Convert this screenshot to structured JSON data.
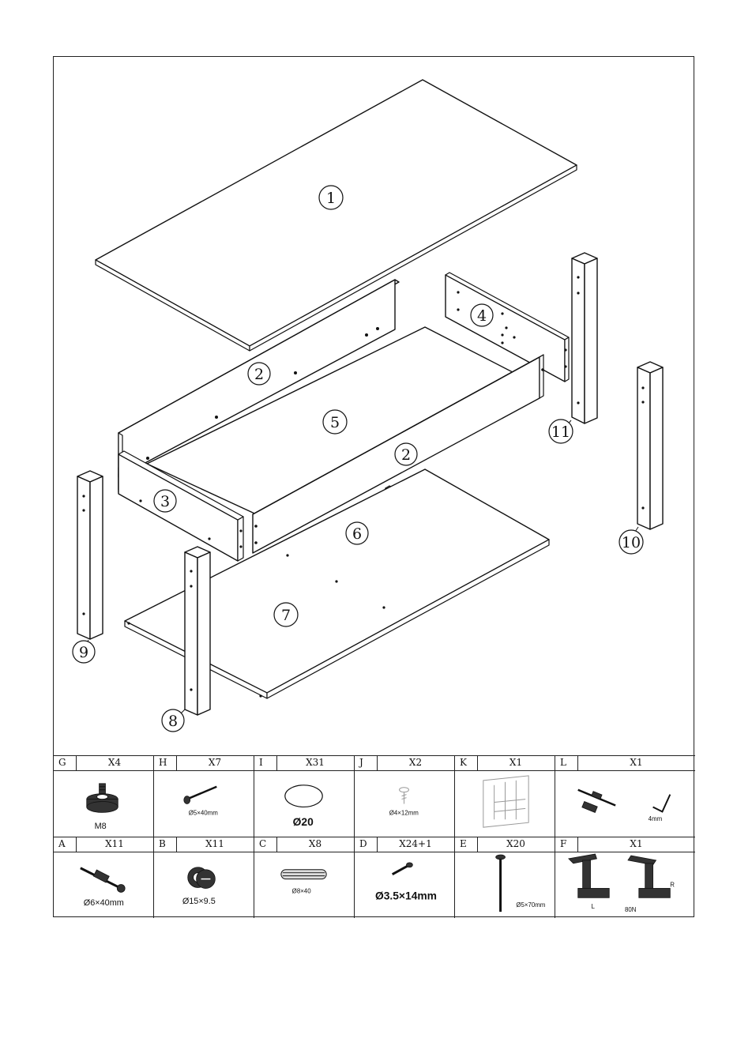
{
  "part_labels": [
    "1",
    "2",
    "4",
    "5",
    "2",
    "11",
    "3",
    "6",
    "10",
    "9",
    "7",
    "8"
  ],
  "hardware_top": [
    {
      "letter": "G",
      "qty": "X4",
      "spec": "M8",
      "icon": "leveling-foot-icon"
    },
    {
      "letter": "H",
      "qty": "X7",
      "spec": "Ø5×40mm",
      "icon": "long-screw-icon"
    },
    {
      "letter": "I",
      "qty": "X31",
      "spec": "Ø20",
      "icon": "cover-cap-icon"
    },
    {
      "letter": "J",
      "qty": "X2",
      "spec": "Ø4×12mm",
      "icon": "short-screw-icon"
    },
    {
      "letter": "K",
      "qty": "X1",
      "spec": "",
      "icon": "sticker-sheet-icon"
    },
    {
      "letter": "L",
      "qty": "X1",
      "spec": "4mm",
      "icon": "allen-key-icon"
    }
  ],
  "hardware_bottom": [
    {
      "letter": "A",
      "qty": "X11",
      "spec": "Ø6×40mm",
      "icon": "cam-bolt-icon"
    },
    {
      "letter": "B",
      "qty": "X11",
      "spec": "Ø15×9.5",
      "icon": "cam-lock-icon"
    },
    {
      "letter": "C",
      "qty": "X8",
      "spec": "Ø8×40",
      "icon": "wood-dowel-icon"
    },
    {
      "letter": "D",
      "qty": "X24+1",
      "spec": "Ø3.5×14mm",
      "icon": "wood-screw-icon"
    },
    {
      "letter": "E",
      "qty": "X20",
      "spec": "Ø5×70mm",
      "icon": "long-bolt-icon"
    },
    {
      "letter": "F",
      "qty": "X1",
      "spec": "80N",
      "spec_l": "L",
      "spec_r": "R",
      "icon": "lift-hinge-icon"
    }
  ]
}
